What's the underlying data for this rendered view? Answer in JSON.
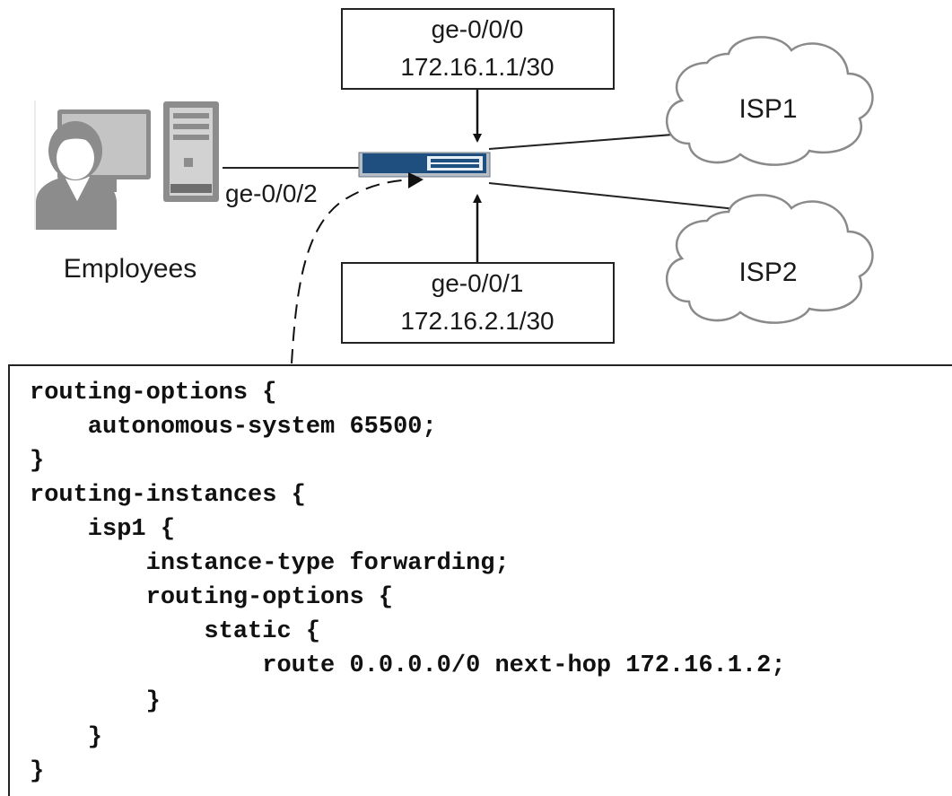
{
  "diagram": {
    "top_box": {
      "line1": "ge-0/0/0",
      "line2": "172.16.1.1/30"
    },
    "bottom_box": {
      "line1": "ge-0/0/1",
      "line2": "172.16.2.1/30"
    },
    "link_label": "ge-0/0/2",
    "employees_label": "Employees",
    "isp1_label": "ISP1",
    "isp2_label": "ISP2"
  },
  "icons": {
    "employee": "person-at-computer-icon",
    "router": "router-device-icon",
    "isp1": "cloud-icon",
    "isp2": "cloud-icon"
  },
  "colors": {
    "router_body": "#1f4f7f",
    "cloud_stroke": "#8a8a8a",
    "line": "#1a1a1a"
  },
  "code": {
    "lines": [
      "routing-options {",
      "    autonomous-system 65500;",
      "}",
      "routing-instances {",
      "    isp1 {",
      "        instance-type forwarding;",
      "        routing-options {",
      "            static {",
      "                route 0.0.0.0/0 next-hop 172.16.1.2;",
      "        }",
      "    }",
      "}"
    ]
  }
}
